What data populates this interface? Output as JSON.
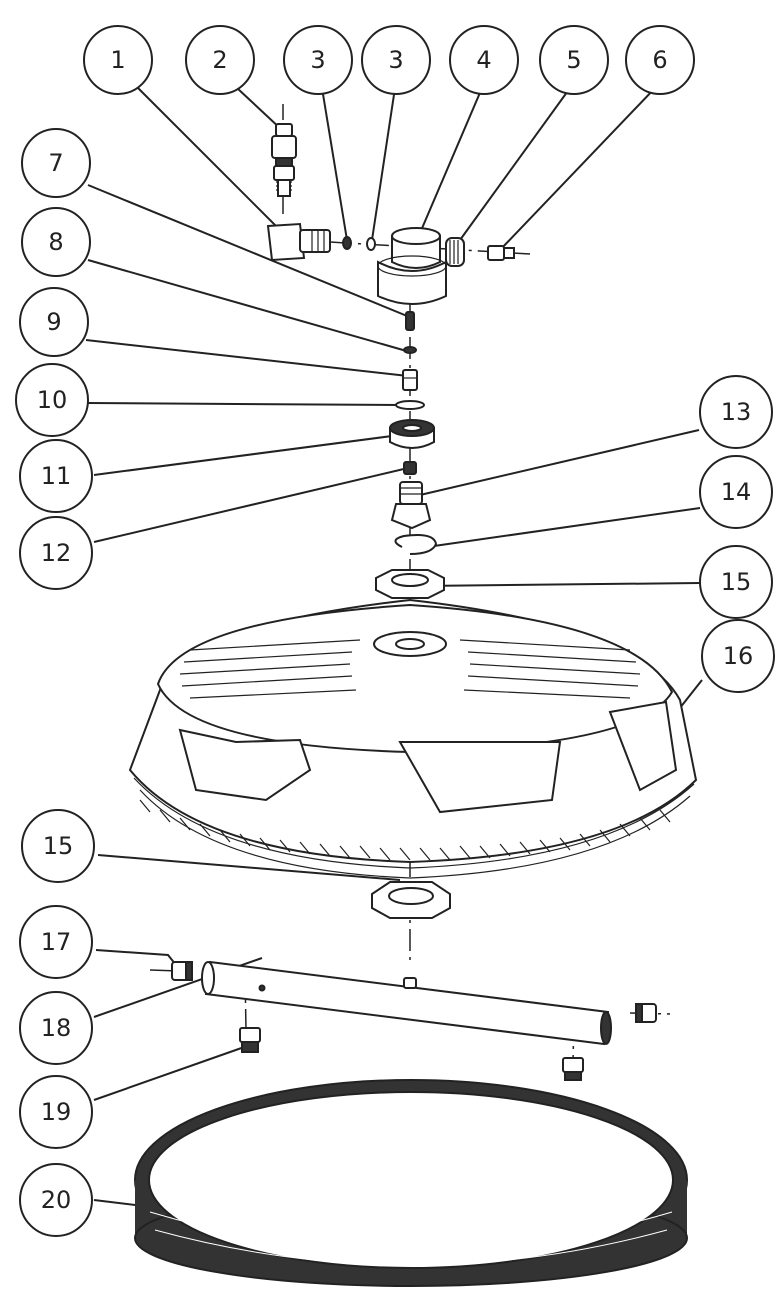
{
  "diagram": {
    "callouts": [
      {
        "id": "c1",
        "label": "1"
      },
      {
        "id": "c2",
        "label": "2"
      },
      {
        "id": "c3a",
        "label": "3"
      },
      {
        "id": "c3b",
        "label": "3"
      },
      {
        "id": "c4",
        "label": "4"
      },
      {
        "id": "c5",
        "label": "5"
      },
      {
        "id": "c6",
        "label": "6"
      },
      {
        "id": "c7",
        "label": "7"
      },
      {
        "id": "c8",
        "label": "8"
      },
      {
        "id": "c9",
        "label": "9"
      },
      {
        "id": "c10",
        "label": "10"
      },
      {
        "id": "c11",
        "label": "11"
      },
      {
        "id": "c12",
        "label": "12"
      },
      {
        "id": "c13",
        "label": "13"
      },
      {
        "id": "c14",
        "label": "14"
      },
      {
        "id": "c15a",
        "label": "15"
      },
      {
        "id": "c16",
        "label": "16"
      },
      {
        "id": "c15b",
        "label": "15"
      },
      {
        "id": "c17",
        "label": "17"
      },
      {
        "id": "c18",
        "label": "18"
      },
      {
        "id": "c19",
        "label": "19"
      },
      {
        "id": "c20",
        "label": "20"
      }
    ]
  }
}
